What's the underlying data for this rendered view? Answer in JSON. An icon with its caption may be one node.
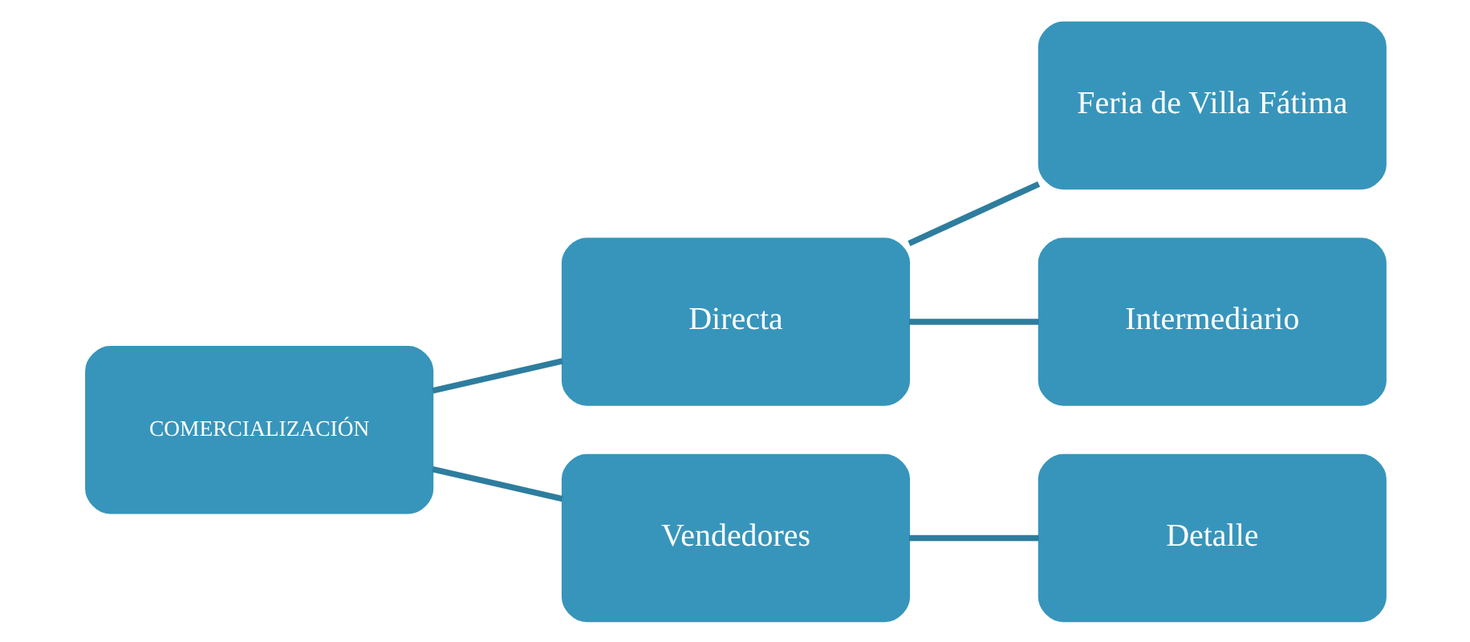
{
  "diagram": {
    "nodes": [
      {
        "text": [
          "COMERCIALIZACIÓN"
        ]
      },
      {
        "text": [
          "Directa"
        ]
      },
      {
        "text": [
          "Vendedores"
        ]
      },
      {
        "text": [
          "Feria de Villa Fátima"
        ]
      },
      {
        "text": [
          "Intermediario"
        ]
      },
      {
        "text": [
          "Detalle"
        ]
      }
    ],
    "edges": [
      {
        "from": 0,
        "to": 1,
        "arrow": "none"
      },
      {
        "from": 0,
        "to": 2,
        "arrow": "none"
      },
      {
        "from": 1,
        "to": 3,
        "arrow": "none"
      },
      {
        "from": 1,
        "to": 4,
        "arrow": "none"
      },
      {
        "from": 2,
        "to": 5,
        "arrow": "none"
      }
    ]
  }
}
